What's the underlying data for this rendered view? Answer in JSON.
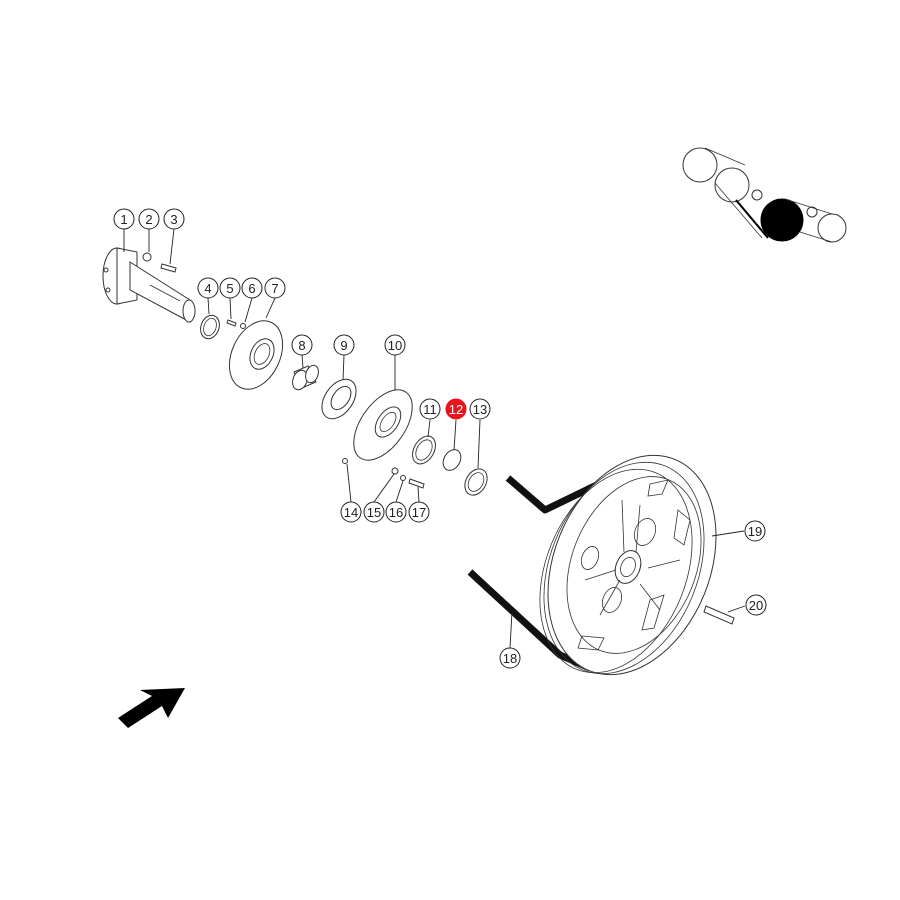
{
  "colors": {
    "highlight": "#e8141b",
    "line": "#222222"
  },
  "callouts": [
    {
      "id": "1",
      "label": "1",
      "highlighted": false
    },
    {
      "id": "2",
      "label": "2",
      "highlighted": false
    },
    {
      "id": "3",
      "label": "3",
      "highlighted": false
    },
    {
      "id": "4",
      "label": "4",
      "highlighted": false
    },
    {
      "id": "5",
      "label": "5",
      "highlighted": false
    },
    {
      "id": "6",
      "label": "6",
      "highlighted": false
    },
    {
      "id": "7",
      "label": "7",
      "highlighted": false
    },
    {
      "id": "8",
      "label": "8",
      "highlighted": false
    },
    {
      "id": "9",
      "label": "9",
      "highlighted": false
    },
    {
      "id": "10",
      "label": "10",
      "highlighted": false
    },
    {
      "id": "11",
      "label": "11",
      "highlighted": false
    },
    {
      "id": "12",
      "label": "12",
      "highlighted": true
    },
    {
      "id": "13",
      "label": "13",
      "highlighted": false
    },
    {
      "id": "14",
      "label": "14",
      "highlighted": false
    },
    {
      "id": "15",
      "label": "15",
      "highlighted": false
    },
    {
      "id": "16",
      "label": "16",
      "highlighted": false
    },
    {
      "id": "17",
      "label": "17",
      "highlighted": false
    },
    {
      "id": "18",
      "label": "18",
      "highlighted": false
    },
    {
      "id": "19",
      "label": "19",
      "highlighted": false
    },
    {
      "id": "20",
      "label": "20",
      "highlighted": false
    }
  ],
  "icons": {
    "direction_arrow": "arrow-icon",
    "belt_layout_thumbnail": "belt-layout-icon"
  }
}
